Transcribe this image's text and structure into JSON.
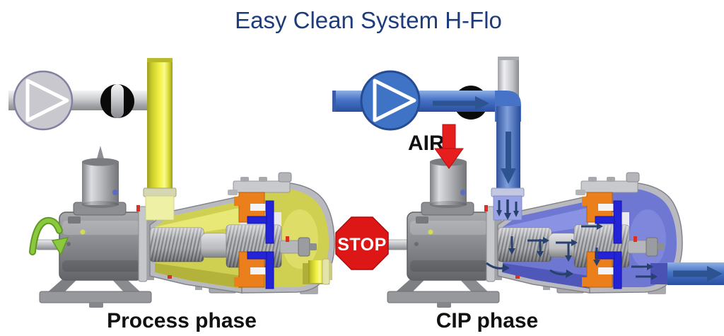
{
  "title": {
    "text": "Easy Clean System H-Flo",
    "color": "#1d3c7d"
  },
  "panels": {
    "process": {
      "label": "Process phase",
      "fluid_name": "product",
      "fluid_colors": {
        "main": "#cfcf52",
        "light": "#ecec7e",
        "dark": "#aeae38"
      },
      "rotation_arrow": "clockwise-rotation"
    },
    "cip": {
      "label": "CIP phase",
      "air_label": "AIR",
      "stop_label": "STOP",
      "fluid_name": "cip-liquid",
      "fluid_colors": {
        "main": "#6e77d2",
        "light": "#8f97e6",
        "dark": "#4a52b4"
      }
    }
  },
  "colors": {
    "title_blue": "#1d3c7d",
    "stop_red": "#dd1616",
    "air_red": "#e61e1e",
    "rotation_green": "#8cc83e",
    "pipe_blue": "#4673c8",
    "pipe_yellow": "#f2f248",
    "flange_orange": "#ea7f1b",
    "seal_blue": "#2323d8",
    "flow_arrow_navy": "#2d5391",
    "valve_black": "#0a0a0a"
  }
}
